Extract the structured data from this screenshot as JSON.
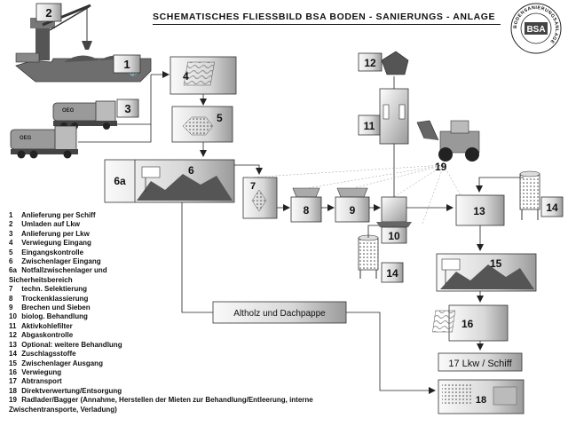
{
  "title": "SCHEMATISCHES FLIESSBILD BSA BODEN - SANIERUNGS - ANLAGE",
  "logo": {
    "center_text": "BSA",
    "ring_text": "BODENSANIERUNGSANLAGE"
  },
  "truck_label": "OEG",
  "step_numbers": [
    "1",
    "2",
    "3",
    "4",
    "5",
    "6",
    "6a",
    "7",
    "8",
    "9",
    "10",
    "11",
    "12",
    "13",
    "14",
    "14",
    "15",
    "16",
    "18",
    "19"
  ],
  "box_labels": {
    "altholz": "Altholz und Dachpappe",
    "lkw_schiff": "17  Lkw / Schiff"
  },
  "legend": [
    {
      "num": "1",
      "text": "Anlieferung per Schiff"
    },
    {
      "num": "2",
      "text": "Umladen auf Lkw"
    },
    {
      "num": "3",
      "text": "Anlieferung per Lkw"
    },
    {
      "num": "4",
      "text": "Verwiegung Eingang"
    },
    {
      "num": "5",
      "text": "Eingangskontrolle"
    },
    {
      "num": "6",
      "text": "Zwischenlager Eingang"
    },
    {
      "num": "6a",
      "text": "Notfallzwischenlager und Sicherheitsbereich"
    },
    {
      "num": "7",
      "text": "techn. Selektierung"
    },
    {
      "num": "8",
      "text": "Trockenklassierung"
    },
    {
      "num": "9",
      "text": "Brechen und Sieben"
    },
    {
      "num": "10",
      "text": "biolog. Behandlung"
    },
    {
      "num": "11",
      "text": "Aktivkohlefilter"
    },
    {
      "num": "12",
      "text": "Abgaskontrolle"
    },
    {
      "num": "13",
      "text": "Optional: weitere Behandlung"
    },
    {
      "num": "14",
      "text": "Zuschlagsstoffe"
    },
    {
      "num": "15",
      "text": "Zwischenlager Ausgang"
    },
    {
      "num": "16",
      "text": "Verwiegung"
    },
    {
      "num": "17",
      "text": "Abtransport"
    },
    {
      "num": "18",
      "text": "Direktverwertung/Entsorgung"
    },
    {
      "num": "19",
      "text": "Radlader/Bagger (Annahme, Herstellen der Mieten zur Behandlung/Entleerung, interne Zwischentransporte, Verladung)"
    }
  ]
}
